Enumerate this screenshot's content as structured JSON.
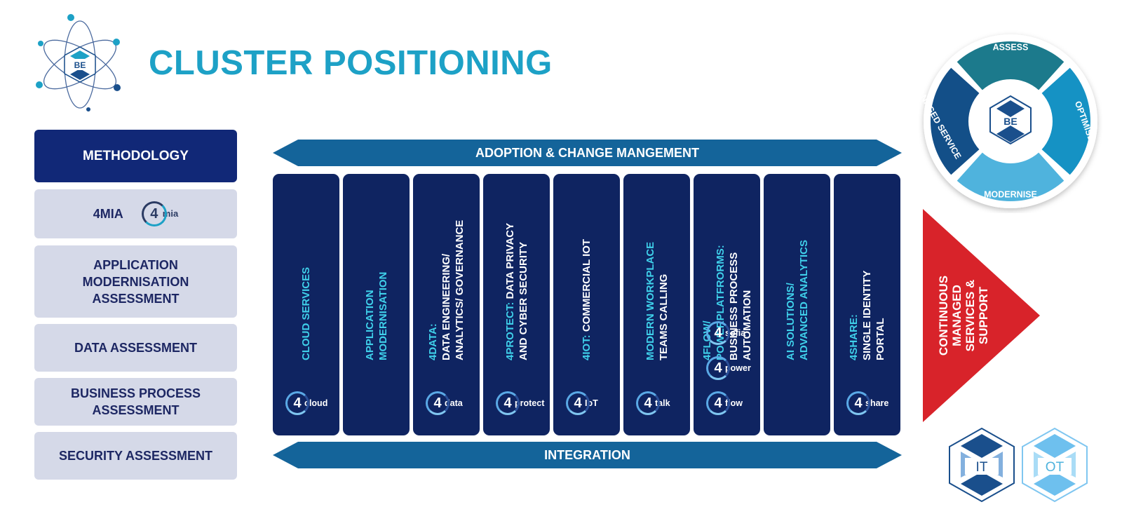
{
  "header": {
    "title": "CLUSTER POSITIONING",
    "logo_text": "BE"
  },
  "left_panel": {
    "heading": "METHODOLOGY",
    "items": [
      {
        "label": "4MIA",
        "badge": "mia"
      },
      {
        "label": "APPLICATION\nMODERNISATION\nASSESSMENT"
      },
      {
        "label": "DATA ASSESSMENT"
      },
      {
        "label": "BUSINESS PROCESS\nASSESSMENT"
      },
      {
        "label": "SECURITY ASSESSMENT"
      }
    ]
  },
  "banners": {
    "top": "ADOPTION & CHANGE MANGEMENT",
    "bottom": "INTEGRATION"
  },
  "columns": [
    {
      "lines": [
        {
          "cyan": "CLOUD SERVICES",
          "white": ""
        }
      ],
      "badges": [
        "cloud"
      ]
    },
    {
      "lines": [
        {
          "cyan": "APPLICATION",
          "white": ""
        },
        {
          "cyan": "MODERNISATION",
          "white": ""
        }
      ],
      "badges": []
    },
    {
      "lines": [
        {
          "cyan": "4DATA:",
          "white": ""
        },
        {
          "cyan": "",
          "white": "DATA ENGINEERING/"
        },
        {
          "cyan": "",
          "white": "ANALYTICS/ GOVERNANCE"
        }
      ],
      "badges": [
        "data"
      ]
    },
    {
      "lines": [
        {
          "cyan": "4PROTECT:",
          "white": " DATA PRIVACY"
        },
        {
          "cyan": "",
          "white": "AND CYBER SECURITY"
        }
      ],
      "badges": [
        "protect"
      ]
    },
    {
      "lines": [
        {
          "cyan": "4IOT:",
          "white": " COMMERCIAL IOT"
        }
      ],
      "badges": [
        "IoT"
      ]
    },
    {
      "lines": [
        {
          "cyan": "MODERN WORKPLACE",
          "white": ""
        },
        {
          "cyan": "",
          "white": "TEAMS CALLING"
        }
      ],
      "badges": [
        "talk"
      ]
    },
    {
      "lines": [
        {
          "cyan": "4FLOW/",
          "white": ""
        },
        {
          "cyan": "POWERPLATFRORMS:",
          "white": ""
        },
        {
          "cyan": "",
          "white": "BUSINESS PROCESS"
        },
        {
          "cyan": "",
          "white": "AUTOMATION"
        }
      ],
      "badges": [
        "sofia",
        "power",
        "flow"
      ]
    },
    {
      "lines": [
        {
          "cyan": "AI SOLUTIONS/",
          "white": ""
        },
        {
          "cyan": "ADVANCED ANALYTICS",
          "white": ""
        }
      ],
      "badges": []
    },
    {
      "lines": [
        {
          "cyan": "4SHARE:",
          "white": ""
        },
        {
          "cyan": "",
          "white": "SINGLE IDENTITY"
        },
        {
          "cyan": "",
          "white": "PORTAL"
        }
      ],
      "badges": [
        "share"
      ]
    }
  ],
  "cycle": {
    "center": "BE",
    "stages": [
      "ASSESS",
      "OPTIMISE",
      "MODERNISE",
      "MANAGED SERVICE"
    ],
    "colors": [
      "#1c7a8c",
      "#1592c4",
      "#4fb3dd",
      "#134f88"
    ]
  },
  "managed": {
    "text": "CONTINUOUS\nMANAGED\nSERVICES &\nSUPPORT"
  },
  "hexagons": [
    {
      "label": "IT"
    },
    {
      "label": "OT"
    }
  ],
  "colors": {
    "title": "#1da1c6",
    "navy": "#0f2461",
    "banner": "#14649a",
    "cyan": "#3fd0ea",
    "red": "#d8232a",
    "panel": "#d5d9e8"
  }
}
